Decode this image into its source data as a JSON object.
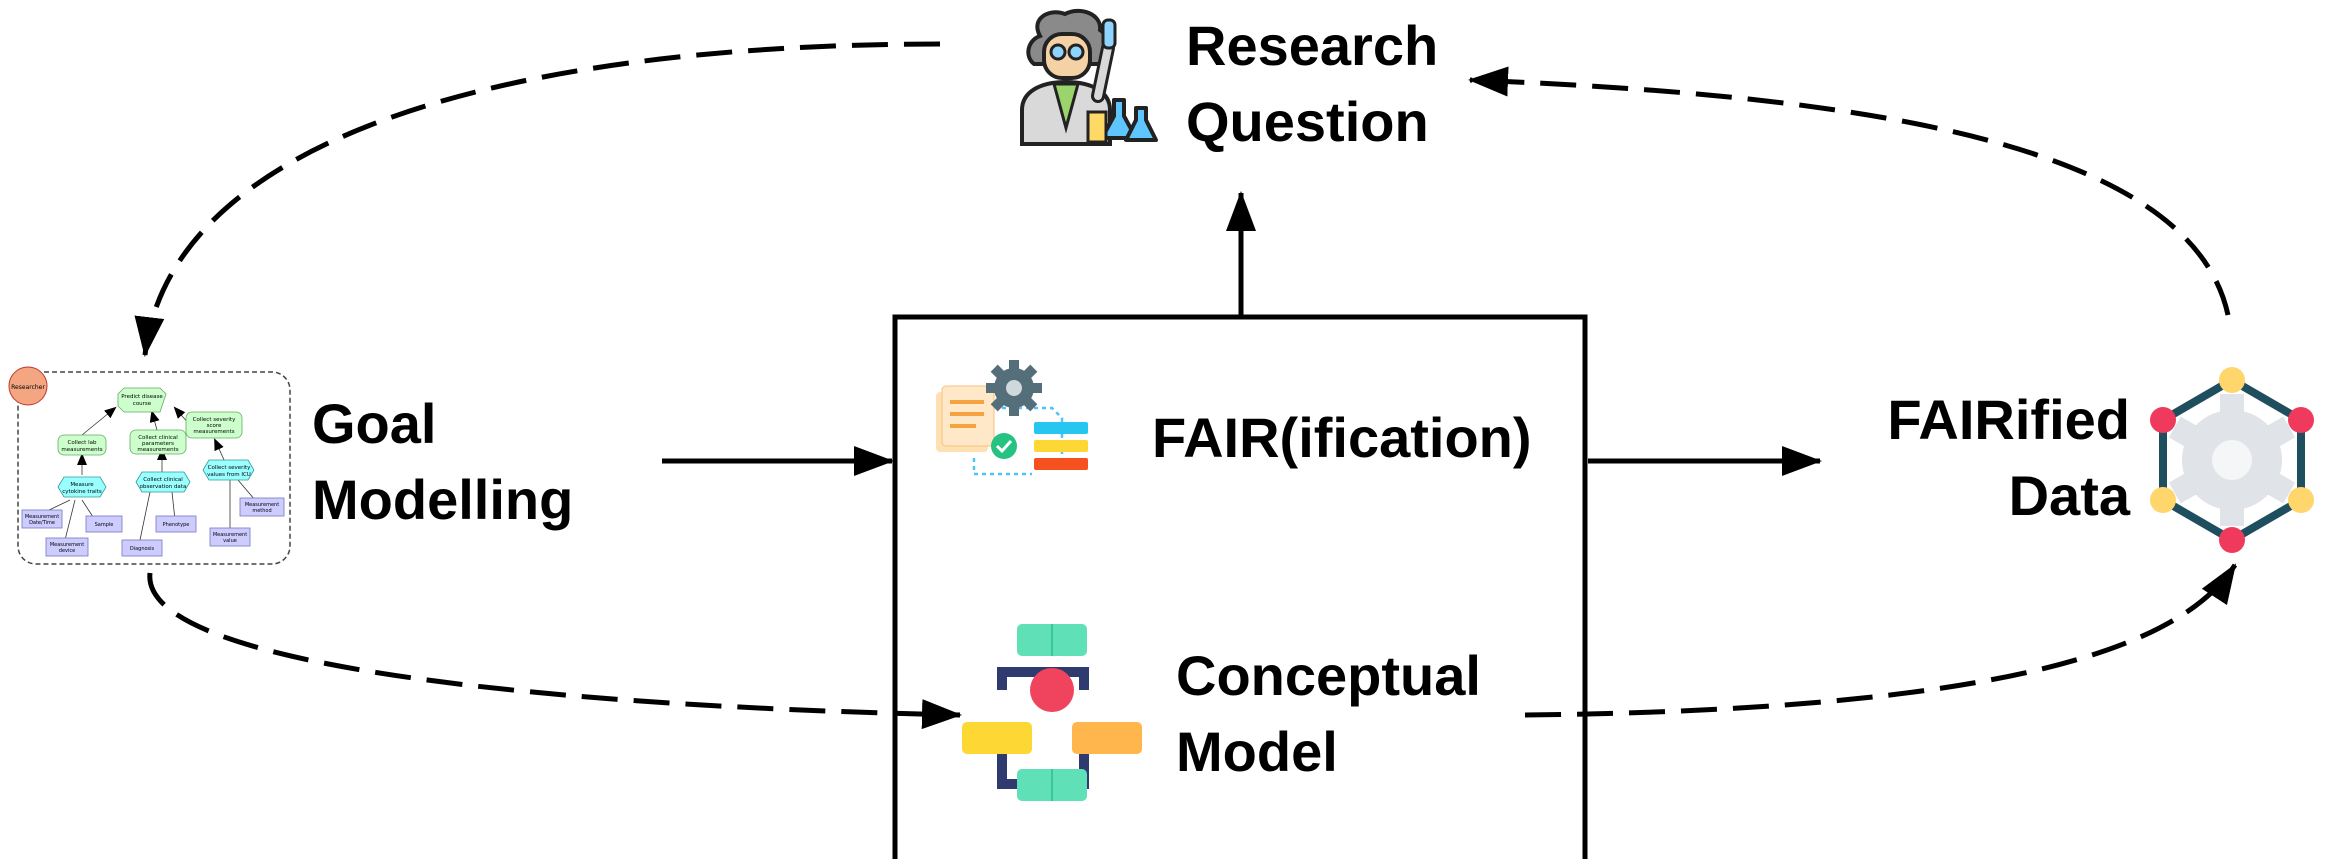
{
  "labels": {
    "research_question": [
      "Research",
      "Question"
    ],
    "goal_modelling": [
      "Goal",
      "Modelling"
    ],
    "fairification": "FAIR(ification)",
    "conceptual_model": [
      "Conceptual",
      "Model"
    ],
    "fairified_data": [
      "FAIRified",
      "Data"
    ]
  },
  "goal_model": {
    "actor": "Researcher",
    "goals": [
      "Predict disease course",
      "Collect lab measurements",
      "Collect clinical parameters measurements",
      "Collect severity score measurements"
    ],
    "tasks": [
      "Measure cytokine traits",
      "Collect clinical observation data",
      "Collect severity values from ICU"
    ],
    "resources": [
      "Measurement Date/Time",
      "Sample",
      "Measurement device",
      "Diagnosis",
      "Phenotype",
      "Measurement value",
      "Measurement method"
    ]
  },
  "icons": {
    "research_question": "scientist-icon",
    "fairification": "data-process-gear-icon",
    "conceptual_model": "flowchart-icon",
    "fairified_data": "network-gear-icon"
  },
  "colors": {
    "arrow": "#000000",
    "goal_fill": "#ccffcc",
    "task_fill": "#99ffff",
    "resource_fill": "#ccccff",
    "actor_fill": "#f4a582",
    "flow_teal": "#5fe0b6",
    "flow_red": "#f0435e",
    "flow_yellow": "#fdd835",
    "flow_orange": "#ffb74d",
    "flow_navy": "#2f3b6e",
    "net_pink": "#ef3a5d",
    "net_yellow": "#ffd66b",
    "net_frame": "#1f4e5f",
    "net_gear": "#e0e3e8"
  }
}
